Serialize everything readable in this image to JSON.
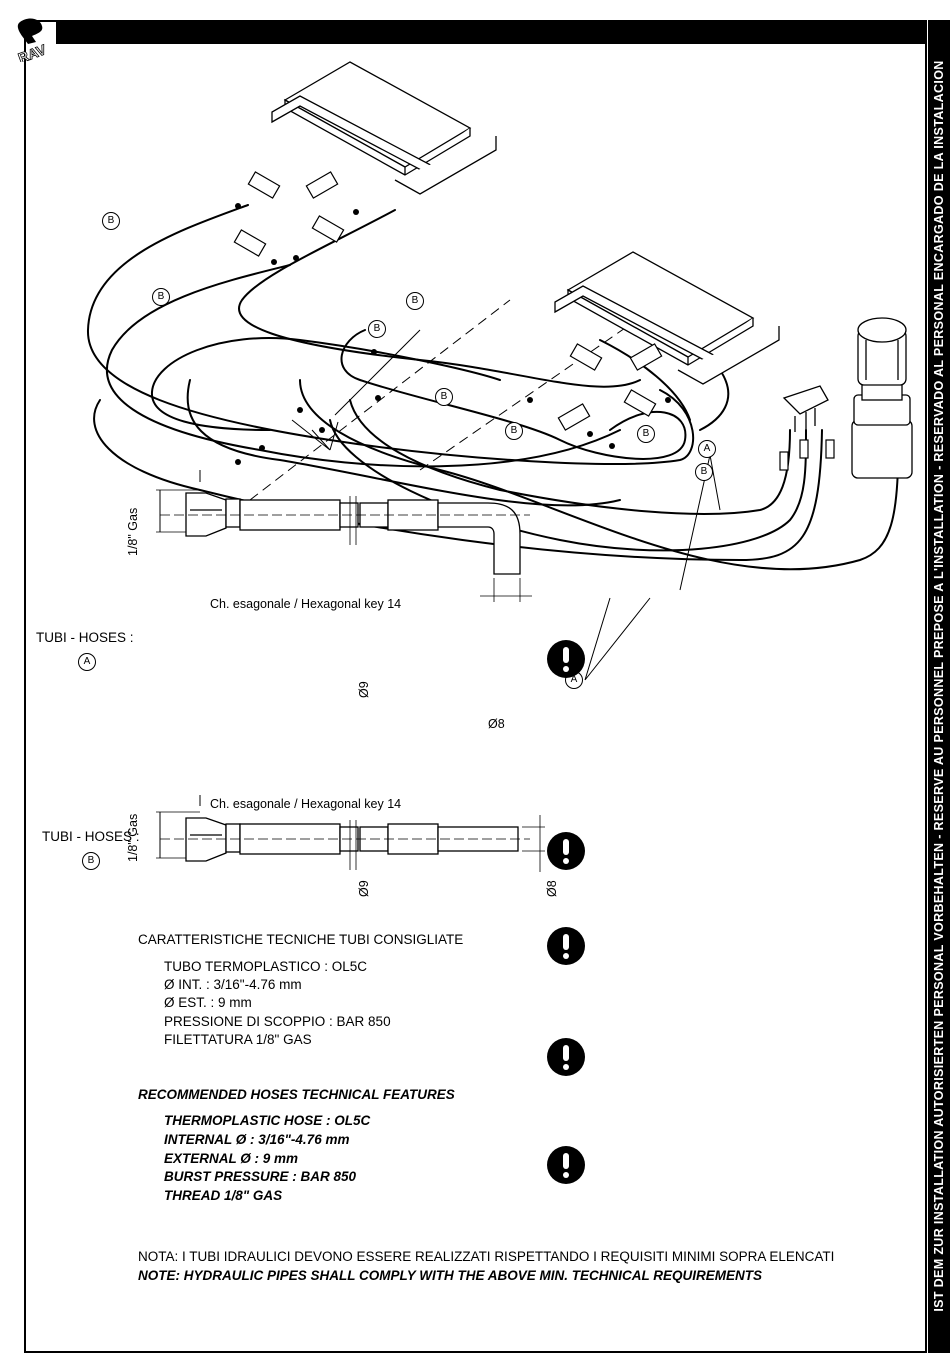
{
  "sidebar_text": "IST DEM ZUR INSTALLATION AUTORISIERTEN PERSONAL VORBEHALTEN - RESERVE AU PERSONNEL PREPOSE A L'INSTALLATION - RESERVADO AL PERSONAL ENCARGADO DE LA INSTALACION",
  "logo_text": "RAV",
  "hose_a": {
    "title": "TUBI - HOSES :",
    "tag": "A",
    "thread": "1/8\" Gas",
    "key": "Ch. esagonale / Hexagonal key 14",
    "outer": "Ø9",
    "inner": "Ø8"
  },
  "hose_b": {
    "title": "TUBI - HOSES :",
    "tag": "B",
    "thread": "1/8\" Gas",
    "key": "Ch. esagonale / Hexagonal key 14",
    "outer": "Ø9",
    "inner": "Ø8"
  },
  "specs_it": {
    "heading": "CARATTERISTICHE TECNICHE TUBI CONSIGLIATE",
    "lines": [
      "TUBO TERMOPLASTICO : OL5C",
      "Ø INT. : 3/16\"-4.76 mm",
      "Ø EST. : 9 mm",
      "PRESSIONE DI SCOPPIO : BAR 850",
      "FILETTATURA 1/8\" GAS"
    ]
  },
  "specs_en": {
    "heading": "RECOMMENDED HOSES TECHNICAL FEATURES",
    "lines": [
      "THERMOPLASTIC HOSE : OL5C",
      "INTERNAL Ø : 3/16\"-4.76 mm",
      "EXTERNAL Ø : 9 mm",
      "BURST PRESSURE : BAR 850",
      "THREAD 1/8\" GAS"
    ]
  },
  "note_it": "NOTA: I TUBI IDRAULICI DEVONO ESSERE REALIZZATI RISPETTANDO I REQUISITI MINIMI SOPRA ELENCATI",
  "note_en": "NOTE: HYDRAULIC PIPES SHALL COMPLY WITH THE ABOVE MIN. TECHNICAL REQUIREMENTS",
  "diagram_labels": {
    "hose_b": "B",
    "hose_a": "A"
  },
  "warning_icon": "exclamation-warning-icon"
}
